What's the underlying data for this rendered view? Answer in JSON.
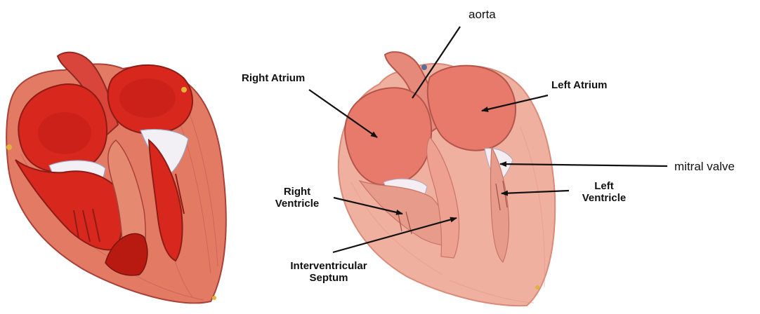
{
  "labels": {
    "aorta": "aorta",
    "right_atrium": "Right Atrium",
    "left_atrium": "Left Atrium",
    "mitral_valve": "mitral valve",
    "right_ventricle": [
      "Right",
      "Ventricle"
    ],
    "left_ventricle": [
      "Left",
      "Ventricle"
    ],
    "interventricular_septum": [
      "Interventricular",
      "Septum"
    ]
  },
  "colors": {
    "muscle_dark": "#d8271d",
    "muscle_deep": "#b81a12",
    "wall_outer": "#e8806b",
    "wall_light": "#f2b3a1",
    "chamber_light": "#e87a6c",
    "valve_white": "#f3f0f5",
    "septum_pale": "#e79b8b"
  }
}
